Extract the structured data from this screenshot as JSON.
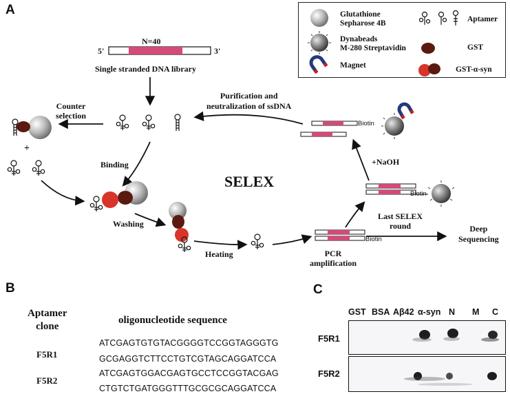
{
  "panel_a": {
    "letter": "A",
    "legend": {
      "glutathione": "Glutathione\nSepharose 4B",
      "aptamer": "Aptamer",
      "dynabeads": "Dynabeads\nM-280 Streptavidin",
      "gst": "GST",
      "magnet": "Magnet",
      "gst_asyn": "GST-α-syn"
    },
    "library": {
      "n_label": "N=40",
      "five_prime": "5'",
      "three_prime": "3'",
      "caption": "Single stranded DNA library"
    },
    "steps": {
      "counter_selection": "Counter\nselection",
      "plus": "+",
      "binding": "Binding",
      "washing": "Washing",
      "heating": "Heating",
      "pcr": "PCR\namplification",
      "biotin_pcr": "Biotin",
      "last_selex": "Last SELEX\nround",
      "deep_seq": "Deep\nSequencing",
      "biotin_bead": "Biotin",
      "naoh": "+NaOH",
      "biotin_top": "Biotin",
      "purification": "Purification and\nneutralization of ssDNA",
      "center": "SELEX"
    },
    "colors": {
      "pink": "#d44a7a",
      "gst": "#5a1a10",
      "asyn": "#d8342a",
      "magnet_blue": "#243a7a",
      "magnet_red": "#c0202a"
    }
  },
  "panel_b": {
    "letter": "B",
    "header_clone": "Aptamer\nclone",
    "header_seq": "oligonucleotide sequence",
    "clones": [
      {
        "name": "F5R1",
        "lines": [
          "ATCGAGTGTGTACGGGGTCCGGTAGGGTG",
          "GCGAGGTCTTCCTGTCGTAGCAGGATCCA"
        ]
      },
      {
        "name": "F5R2",
        "lines": [
          "ATCGAGTGGACGAGTGCCTCCGGTACGAG",
          "CTGTCTGATGGGTTTGCGCGCAGGATCCA"
        ]
      }
    ]
  },
  "panel_c": {
    "letter": "C",
    "lanes": [
      "GST",
      "BSA",
      "Aβ42",
      "α-syn",
      "N",
      "M",
      "C"
    ],
    "rows": [
      {
        "label": "F5R1",
        "spots": [
          "",
          "",
          "",
          "strong",
          "strong",
          "",
          "strong"
        ]
      },
      {
        "label": "F5R2",
        "spots": [
          "",
          "",
          "",
          "strong",
          "medium",
          "",
          "strong"
        ]
      }
    ]
  }
}
